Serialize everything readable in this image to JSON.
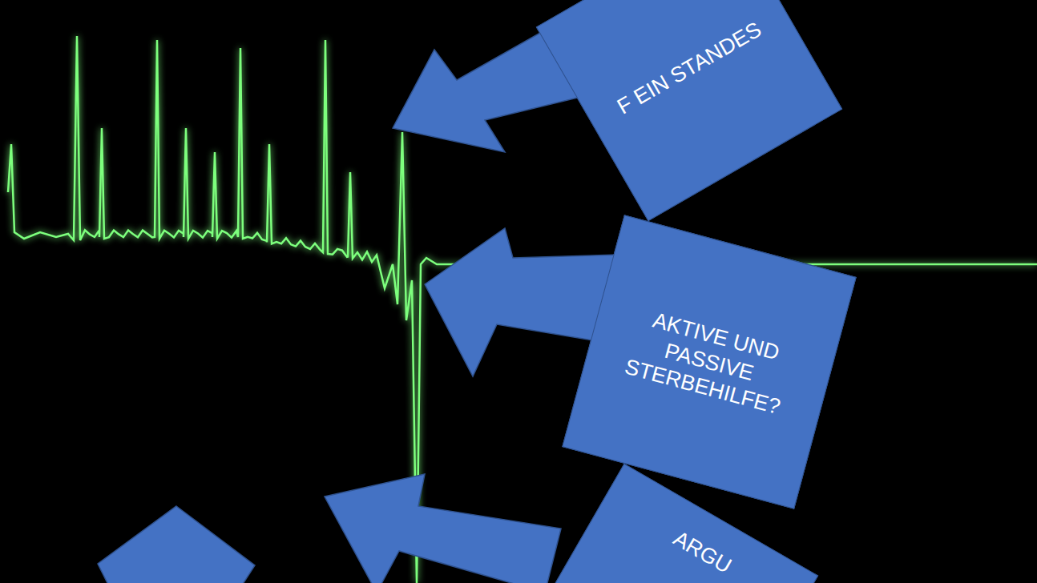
{
  "diagram": {
    "nodes": [
      {
        "text": [
          "F EIN STANDES"
        ]
      },
      {
        "text": [
          "AKTIVE UND PASSIVE STERBEHILFE?"
        ]
      },
      {
        "text": [
          "ARGU"
        ]
      }
    ]
  }
}
